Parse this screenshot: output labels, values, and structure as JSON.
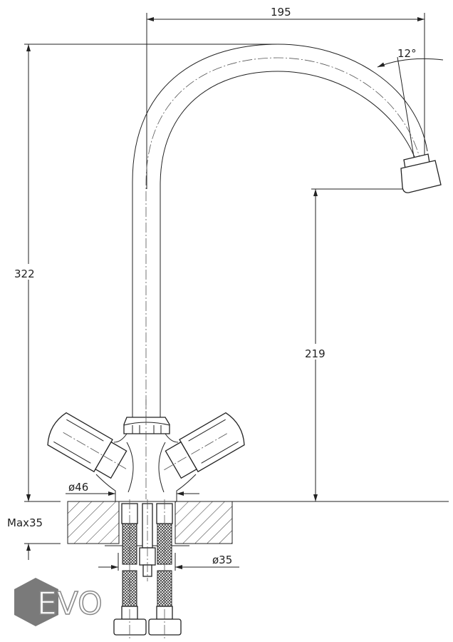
{
  "drawing": {
    "dimensions": {
      "spout_reach": "195",
      "overall_height": "322",
      "spout_height": "219",
      "spout_angle": "12°",
      "base_diameter": "ø46",
      "max_counter_thickness": "Max35",
      "mounting_hole": "ø35"
    },
    "logo": {
      "text": "EVO",
      "color": "#7a7a7a"
    }
  }
}
